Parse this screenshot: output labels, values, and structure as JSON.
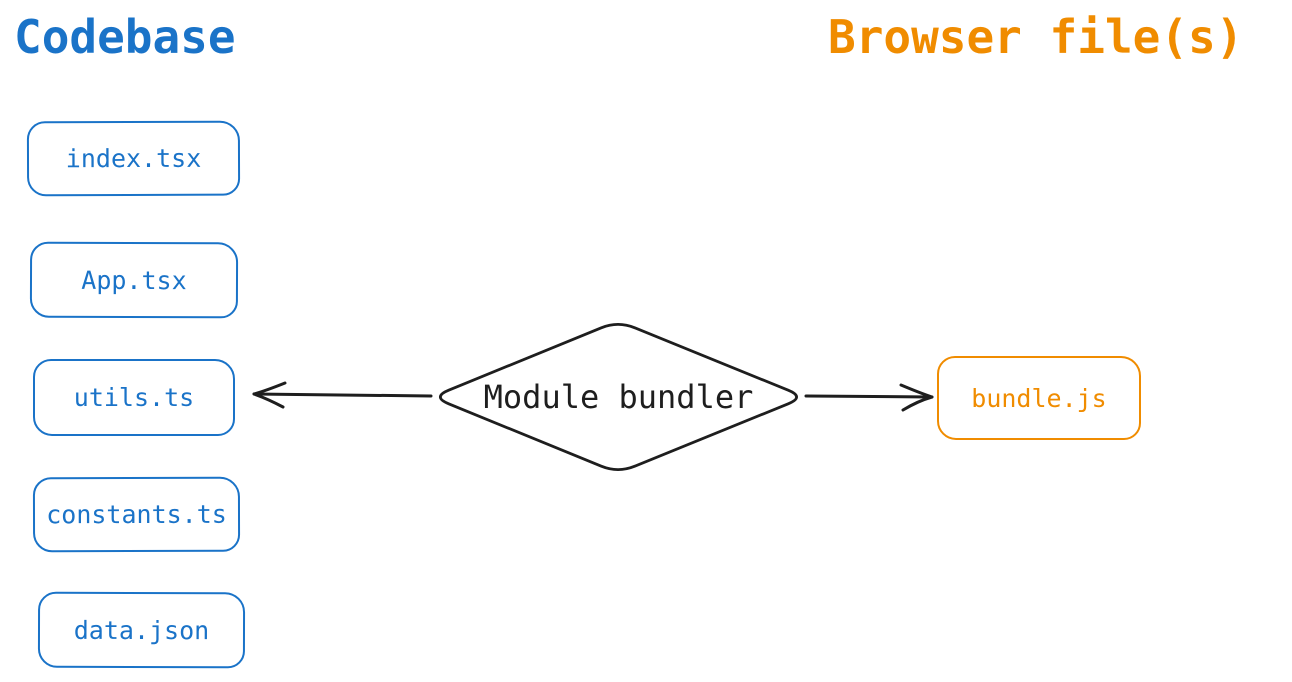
{
  "diagram": {
    "title_left": "Codebase",
    "title_right": "Browser file(s)",
    "codebase_files": [
      "index.tsx",
      "App.tsx",
      "utils.ts",
      "constants.ts",
      "data.json"
    ],
    "bundler_label": "Module bundler",
    "browser_files": [
      "bundle.js"
    ],
    "colors": {
      "codebase_accent": "#1a73c8",
      "browser_accent": "#f08c00",
      "stroke": "#1e1e1e",
      "background": "#ffffff"
    },
    "connections": [
      {
        "from": "Module bundler",
        "to": "utils.ts",
        "direction": "left"
      },
      {
        "from": "Module bundler",
        "to": "bundle.js",
        "direction": "right"
      }
    ]
  }
}
